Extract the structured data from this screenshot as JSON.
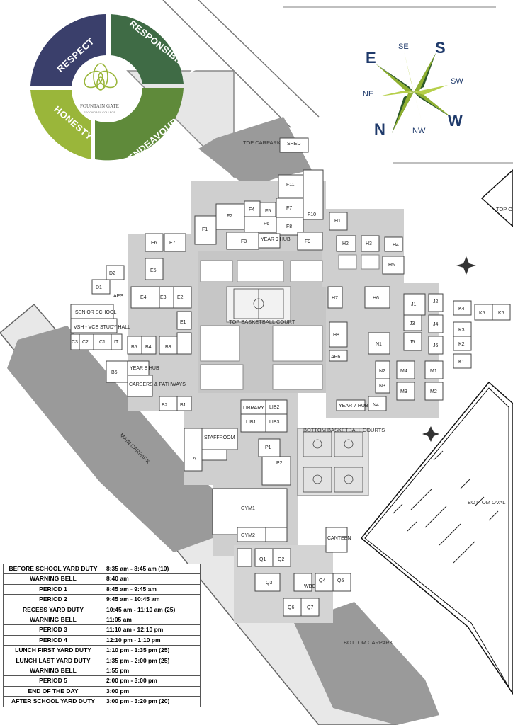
{
  "logo": {
    "segments": [
      "RESPECT",
      "RESPONSIBILITY",
      "HONESTY",
      "ENDEAVOUR"
    ],
    "school_name": "FOUNTAIN GATE",
    "school_sub": "SECONDARY COLLEGE",
    "colors": {
      "respect": "#3a3f6b",
      "responsibility": "#3f6b45",
      "honesty": "#9ab63a",
      "endeavour": "#5f8a3a"
    }
  },
  "compass": {
    "labels": [
      "S",
      "SE",
      "E",
      "NE",
      "N",
      "NW",
      "W",
      "SW"
    ]
  },
  "buildings": [
    "F11",
    "F10",
    "F2",
    "F4",
    "F5",
    "F7",
    "F1",
    "F6",
    "F8",
    "F3",
    "YEAR 9 HUB",
    "F9",
    "SHED",
    "H1",
    "H2",
    "H3",
    "H4",
    "H5",
    "E6",
    "E7",
    "E5",
    "D2",
    "D1",
    "E4",
    "E3",
    "E2",
    "E1",
    "SENIOR SCHOOL",
    "VSH - VCE STUDY HALL",
    "C3",
    "C2",
    "C1",
    "IT",
    "B5",
    "B4",
    "B3",
    "H7",
    "H6",
    "H8",
    "AP6",
    "N1",
    "J1",
    "J2",
    "J3",
    "J4",
    "J5",
    "J6",
    "K4",
    "K3",
    "K2",
    "K1",
    "K5",
    "K6",
    "B6",
    "YEAR 8 HUB",
    "CAREERS & PATHWAYS",
    "B2",
    "B1",
    "N2",
    "N3",
    "N4",
    "M4",
    "M3",
    "M1",
    "M2",
    "YEAR 7 HUB",
    "LIBRARY",
    "LIB2",
    "LIB1",
    "LIB3",
    "P1",
    "P2",
    "GYM1",
    "GYM2",
    "Q1",
    "Q2",
    "Q3",
    "Q4",
    "Q5",
    "WBC",
    "Q6",
    "Q7",
    "CANTEEN",
    "STAFFROOM",
    "A",
    "APS"
  ],
  "areas": [
    "TOP CARPARK",
    "TOP BASKETBALL COURT",
    "TOP OVAL",
    "MAIN CARPARK",
    "BOTTOM BASKETBALL COURTS",
    "BOTTOM OVAL",
    "BOTTOM CARPARK"
  ],
  "schedule": [
    {
      "event": "BEFORE SCHOOL YARD DUTY",
      "time": "8:35 am - 8:45 am (10)"
    },
    {
      "event": "WARNING BELL",
      "time": "8:40 am"
    },
    {
      "event": "PERIOD 1",
      "time": "8:45 am - 9:45 am"
    },
    {
      "event": "PERIOD 2",
      "time": "9:45 am - 10:45 am"
    },
    {
      "event": "RECESS YARD DUTY",
      "time": "10:45 am - 11:10 am (25)"
    },
    {
      "event": "WARNING BELL",
      "time": "11:05 am"
    },
    {
      "event": "PERIOD 3",
      "time": "11:10 am - 12:10 pm"
    },
    {
      "event": "PERIOD 4",
      "time": "12:10 pm - 1:10 pm"
    },
    {
      "event": "LUNCH FIRST YARD DUTY",
      "time": "1:10 pm - 1:35 pm (25)"
    },
    {
      "event": "LUNCH LAST YARD DUTY",
      "time": "1:35 pm - 2:00 pm (25)"
    },
    {
      "event": "WARNING BELL",
      "time": "1:55 pm"
    },
    {
      "event": "PERIOD 5",
      "time": "2:00 pm - 3:00 pm"
    },
    {
      "event": "END OF THE DAY",
      "time": "3:00 pm"
    },
    {
      "event": "AFTER SCHOOL YARD DUTY",
      "time": "3:00 pm - 3:20 pm (20)"
    }
  ]
}
